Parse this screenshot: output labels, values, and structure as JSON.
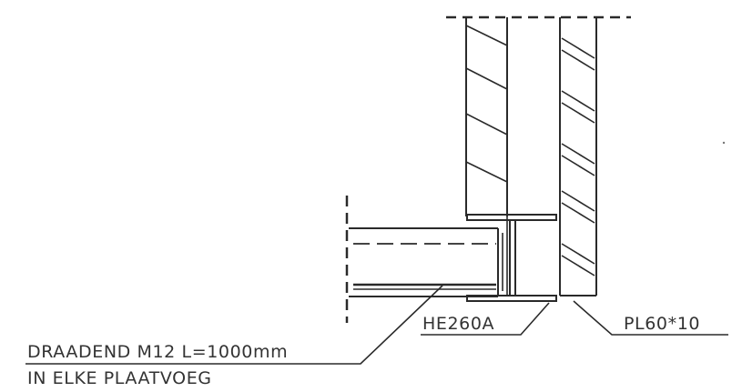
{
  "drawing": {
    "labels": {
      "rod": "DRAADEND M12 L=1000mm",
      "rod_note": "IN ELKE PLAATVOEG",
      "beam": "HE260A",
      "plate": "PL60*10"
    },
    "colors": {
      "line": "#2a2a2a",
      "text": "#333333",
      "background": "#ffffff"
    }
  }
}
